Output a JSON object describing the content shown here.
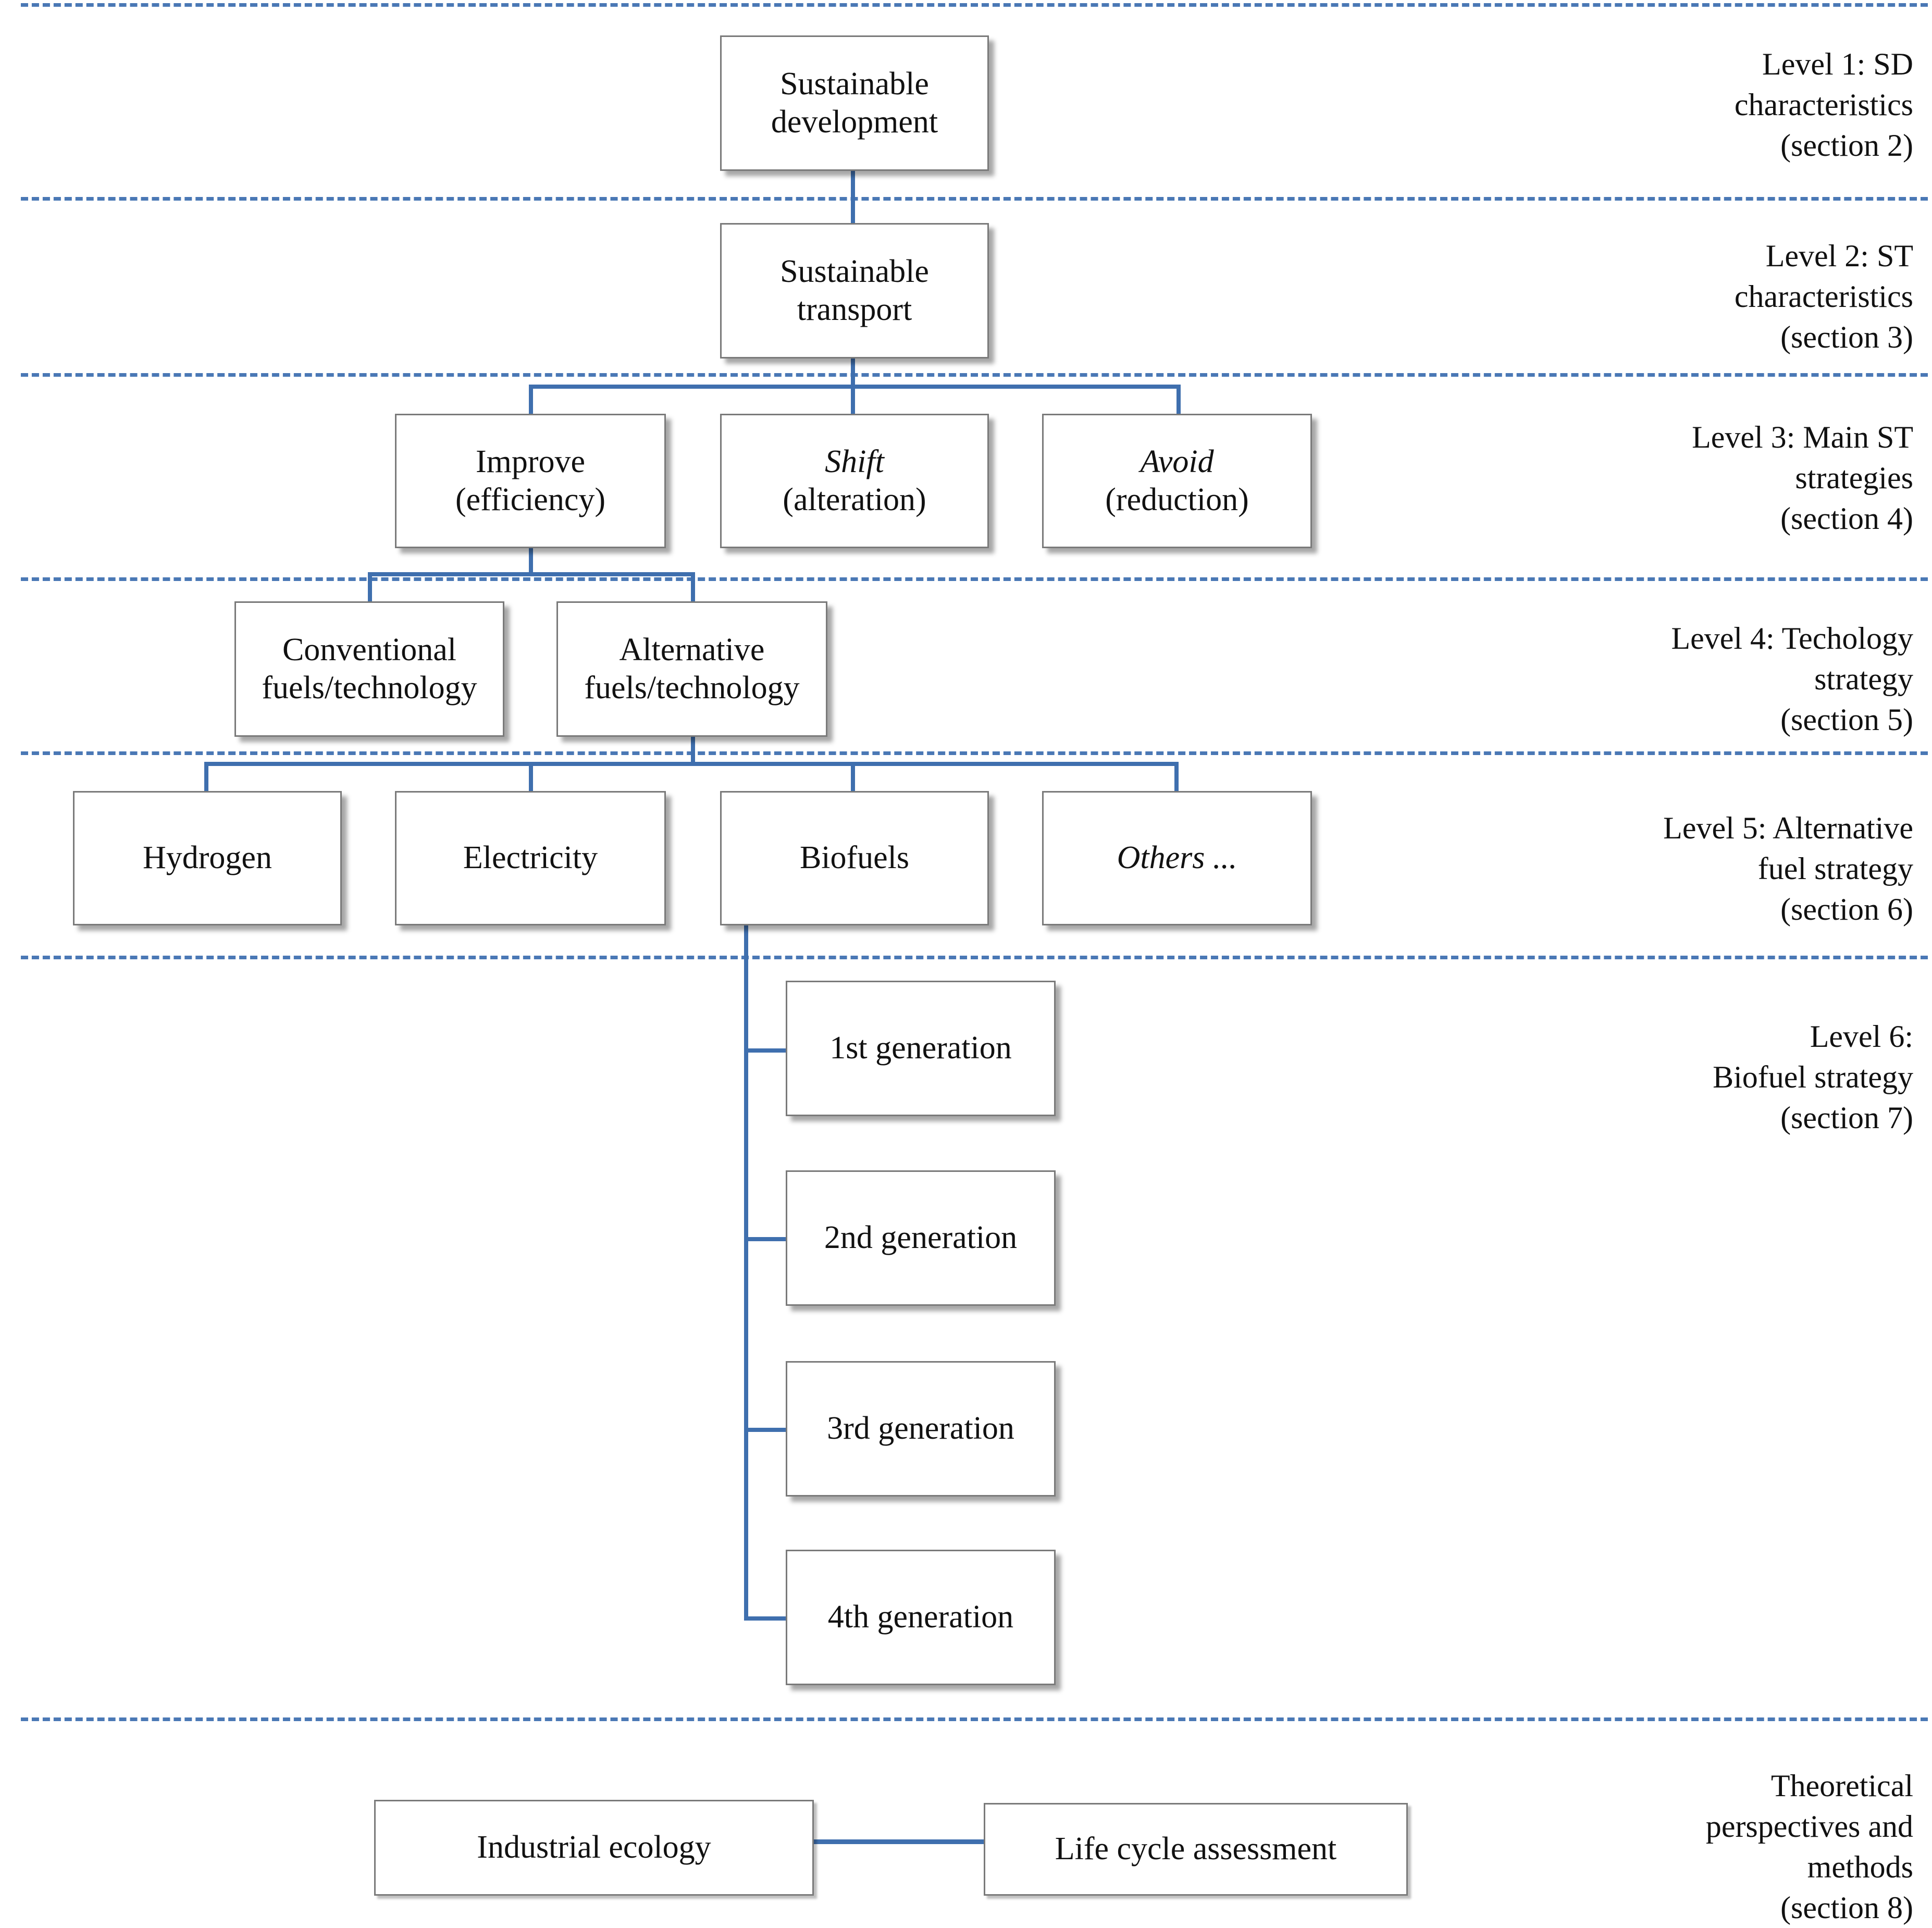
{
  "levels": {
    "l1": "Level 1: SD\ncharacteristics\n(section 2)",
    "l2": "Level 2: ST\ncharacteristics\n(section 3)",
    "l3": "Level 3: Main ST\nstrategies\n(section 4)",
    "l4": "Level 4: Techology\nstrategy\n(section 5)",
    "l5": "Level 5: Alternative\nfuel strategy\n(section 6)",
    "l6": "Level 6:\nBiofuel strategy\n(section 7)",
    "theory": "Theoretical\nperspectives and\nmethods\n(section 8)"
  },
  "nodes": {
    "sustainable_development": [
      "Sustainable",
      "development"
    ],
    "sustainable_transport": [
      "Sustainable",
      "transport"
    ],
    "improve": [
      "Improve",
      "(efficiency)"
    ],
    "shift": [
      "Shift",
      "(alteration)"
    ],
    "avoid": [
      "Avoid",
      "(reduction)"
    ],
    "conventional": [
      "Conventional",
      "fuels/technology"
    ],
    "alternative": [
      "Alternative",
      "fuels/technology"
    ],
    "hydrogen": "Hydrogen",
    "electricity": "Electricity",
    "biofuels": "Biofuels",
    "others": "Others ...",
    "gen1": "1st generation",
    "gen2": "2nd generation",
    "gen3": "3rd generation",
    "gen4": "4th generation",
    "industrial_ecology": "Industrial ecology",
    "lca": "Life cycle assessment"
  }
}
